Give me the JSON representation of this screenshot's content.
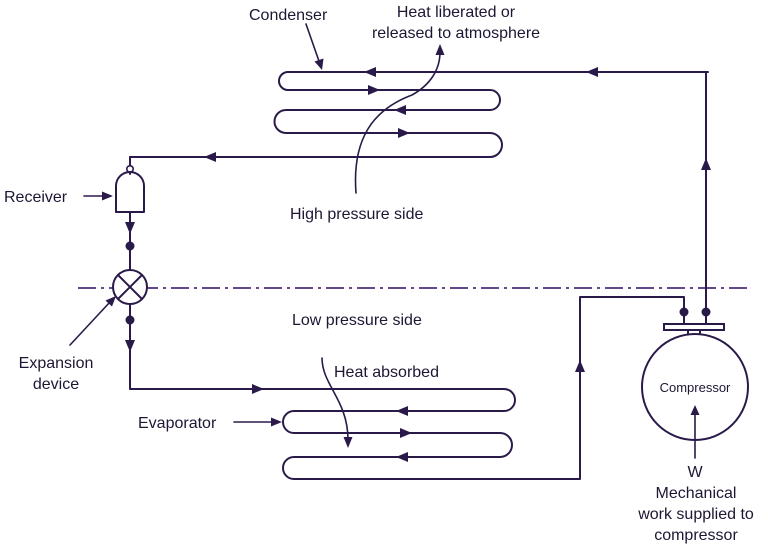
{
  "labels": {
    "condenser": "Condenser",
    "heat_released_line1": "Heat liberated or",
    "heat_released_line2": "released to atmosphere",
    "receiver": "Receiver",
    "high_pressure_side": "High pressure side",
    "low_pressure_side": "Low pressure side",
    "expansion_device_line1": "Expansion",
    "expansion_device_line2": "device",
    "heat_absorbed": "Heat absorbed",
    "evaporator": "Evaporator",
    "compressor": "Compressor",
    "work_symbol": "W",
    "work_line1": "Mechanical",
    "work_line2": "work supplied to",
    "work_line3": "compressor"
  }
}
